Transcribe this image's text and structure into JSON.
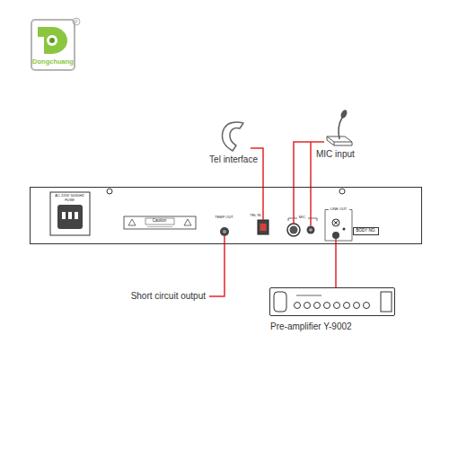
{
  "diagram": {
    "nodes": [
      {
        "text": [
          "AC 220V 50/60HZ",
          "FUSE",
          "Caution",
          "TEMP OUT",
          "TEL IN",
          "MIC",
          "LINE OUT"
        ]
      },
      {
        "text": [
          "BODY NO."
        ],
        "in": 0
      },
      {
        "text": [
          "Pre-amplifier Y-9002"
        ]
      }
    ],
    "edges": [
      {
        "from": 0,
        "to": 2,
        "arrow": "none"
      }
    ],
    "labels": [
      "Dongchuang",
      "®",
      "Tel interface",
      "MIC input",
      "Short circuit output"
    ]
  }
}
